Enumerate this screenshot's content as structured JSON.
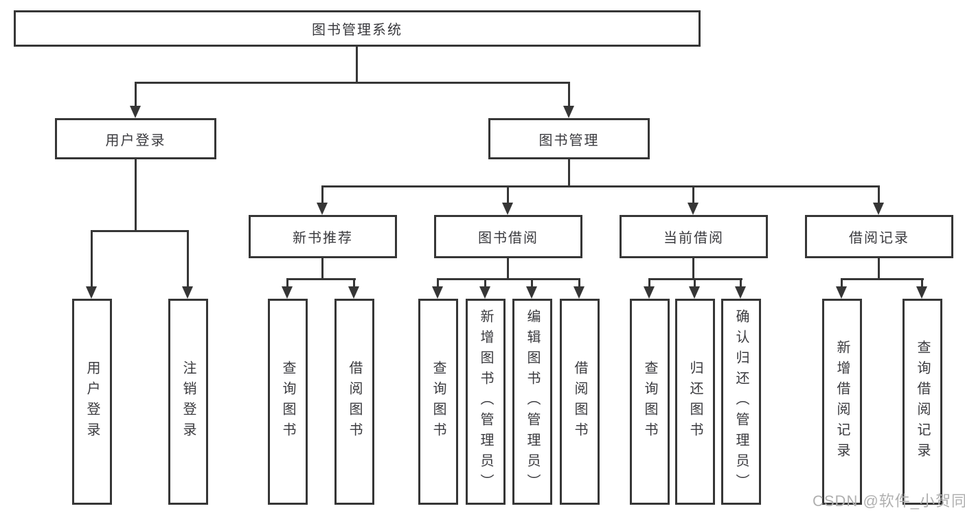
{
  "tree": {
    "root": "图书管理系统",
    "children": [
      {
        "label": "用户登录",
        "children": [
          {
            "label": "用户登录"
          },
          {
            "label": "注销登录"
          }
        ]
      },
      {
        "label": "图书管理",
        "children": [
          {
            "label": "新书推荐",
            "children": [
              {
                "label": "查询图书"
              },
              {
                "label": "借阅图书"
              }
            ]
          },
          {
            "label": "图书借阅",
            "children": [
              {
                "label": "查询图书"
              },
              {
                "label": "新增图书（管理员）"
              },
              {
                "label": "编辑图书（管理员）"
              },
              {
                "label": "借阅图书"
              }
            ]
          },
          {
            "label": "当前借阅",
            "children": [
              {
                "label": "查询图书"
              },
              {
                "label": "归还图书"
              },
              {
                "label": "确认归还（管理员）"
              }
            ]
          },
          {
            "label": "借阅记录",
            "children": [
              {
                "label": "新增借阅记录"
              },
              {
                "label": "查询借阅记录"
              }
            ]
          }
        ]
      }
    ]
  },
  "watermark": "CSDN @软件_小贺同学",
  "colors": {
    "line": "#363636",
    "box_border": "#363636",
    "text": "#3a3a3e",
    "watermark": "#b0b0b0",
    "background": "#ffffff"
  }
}
